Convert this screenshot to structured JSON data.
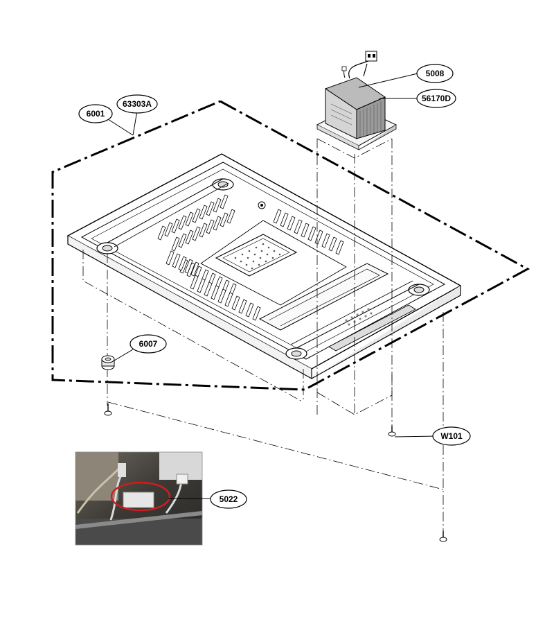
{
  "diagram": {
    "callouts": [
      {
        "id": "c-5008",
        "text": "5008"
      },
      {
        "id": "c-56170d",
        "text": "56170D"
      },
      {
        "id": "c-6001",
        "text": "6001"
      },
      {
        "id": "c-63303a",
        "text": "63303A"
      },
      {
        "id": "c-6007",
        "text": "6007"
      },
      {
        "id": "c-w101",
        "text": "W101"
      },
      {
        "id": "c-5022",
        "text": "5022"
      }
    ]
  }
}
